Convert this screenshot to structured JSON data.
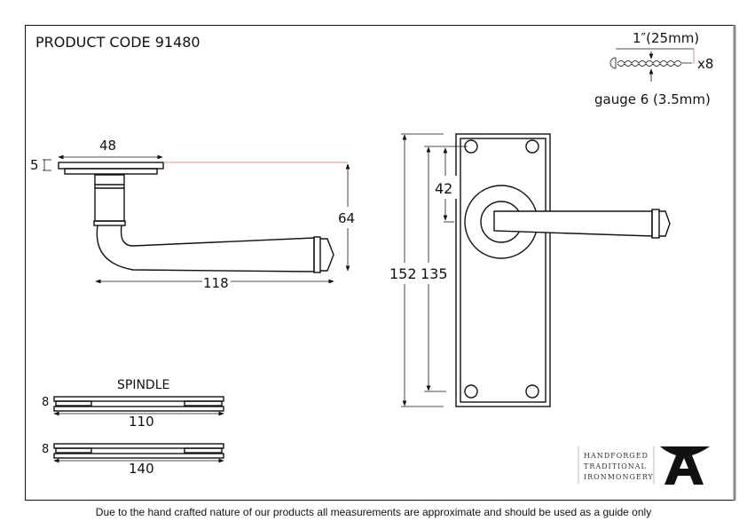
{
  "header": {
    "product_code": "PRODUCT CODE 91480"
  },
  "screw": {
    "length": "1″(25mm)",
    "quantity": "x8",
    "gauge": "gauge 6 (3.5mm)"
  },
  "side_view": {
    "rose_thickness": "5",
    "rose_diameter": "48",
    "projection": "64",
    "lever_length": "118"
  },
  "front_view": {
    "plate_height": "152",
    "fixing_centres": "135",
    "spindle_offset": "42"
  },
  "spindle": {
    "title": "SPINDLE",
    "items": [
      {
        "size": "8",
        "length": "110"
      },
      {
        "size": "8",
        "length": "140"
      }
    ]
  },
  "logo": {
    "lines": [
      "HANDFORGED",
      "TRADITIONAL",
      "IRONMONGERY"
    ]
  },
  "footer": {
    "note": "Due to the hand crafted nature of our products all measurements are approximate and should be used as a guide only"
  },
  "colors": {
    "border": "#111111",
    "right_border": "#888888",
    "guide_line": "#c87878"
  }
}
